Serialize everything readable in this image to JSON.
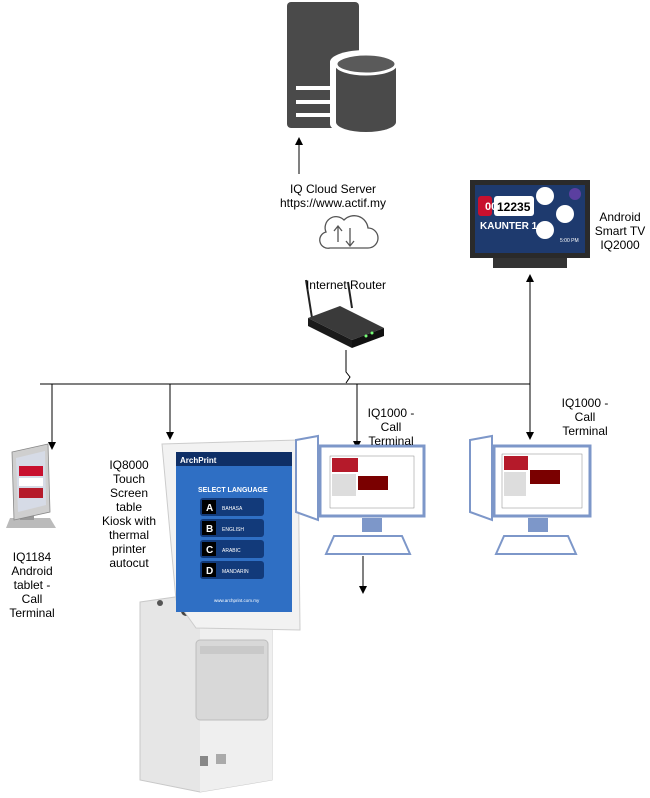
{
  "labels": {
    "server": "IQ Cloud Server\nhttps://www.actif.my",
    "router": "Internet Router",
    "tv": "Android\nSmart TV\nIQ2000",
    "tablet": "IQ1184\nAndroid\ntablet -\nCall\nTerminal",
    "kiosk": "IQ8000\nTouch\nScreen\ntable\nKiosk with\nthermal\nprinter\nautocut",
    "pc1": "IQ1000 -\nCall\nTerminal",
    "pc2": "IQ1000 -\nCall\nTerminal"
  },
  "tv_screen": {
    "ticket_prefix": "00",
    "ticket_number": "12235",
    "counter": "KAUNTER 1",
    "time": "5:00 PM"
  },
  "kiosk_screen": {
    "brand": "ArchPrint",
    "prompt": "SELECT LANGUAGE",
    "options": [
      {
        "key": "A",
        "label": "BAHASA"
      },
      {
        "key": "B",
        "label": "ENGLISH"
      },
      {
        "key": "C",
        "label": "ARABIC"
      },
      {
        "key": "D",
        "label": "MANDARIN"
      }
    ],
    "url": "www.archprint.com.my"
  },
  "colors": {
    "line": "#000000",
    "screen_blue": "#2f6fc4",
    "kiosk_body": "#e6e6e6",
    "pc_blue": "#7d97c9",
    "tv_dark": "#1e3a6e",
    "accent_red": "#c8102e"
  }
}
